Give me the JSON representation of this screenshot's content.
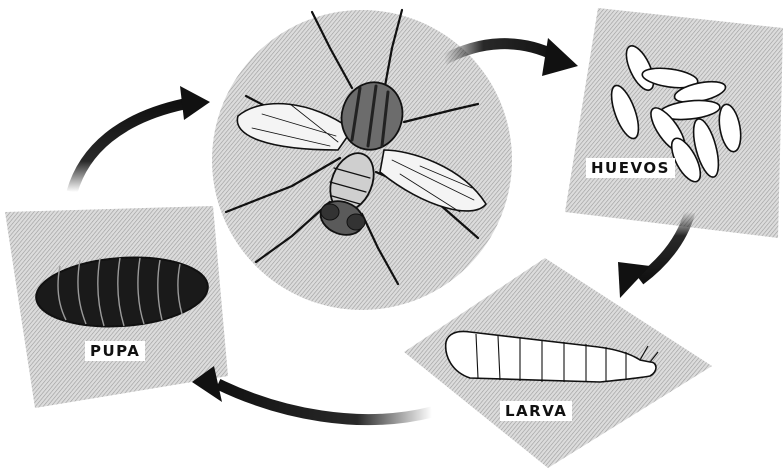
{
  "stages": {
    "adult": {
      "name": ""
    },
    "eggs": {
      "label": "HUEVOS"
    },
    "larva": {
      "label": "LARVA"
    },
    "pupa": {
      "label": "PUPA"
    }
  },
  "cycle_order": [
    "adult",
    "eggs",
    "larva",
    "pupa"
  ],
  "colors": {
    "background": "#ffffff",
    "ink": "#111111",
    "panel_hatch": "#bdbdbd"
  }
}
